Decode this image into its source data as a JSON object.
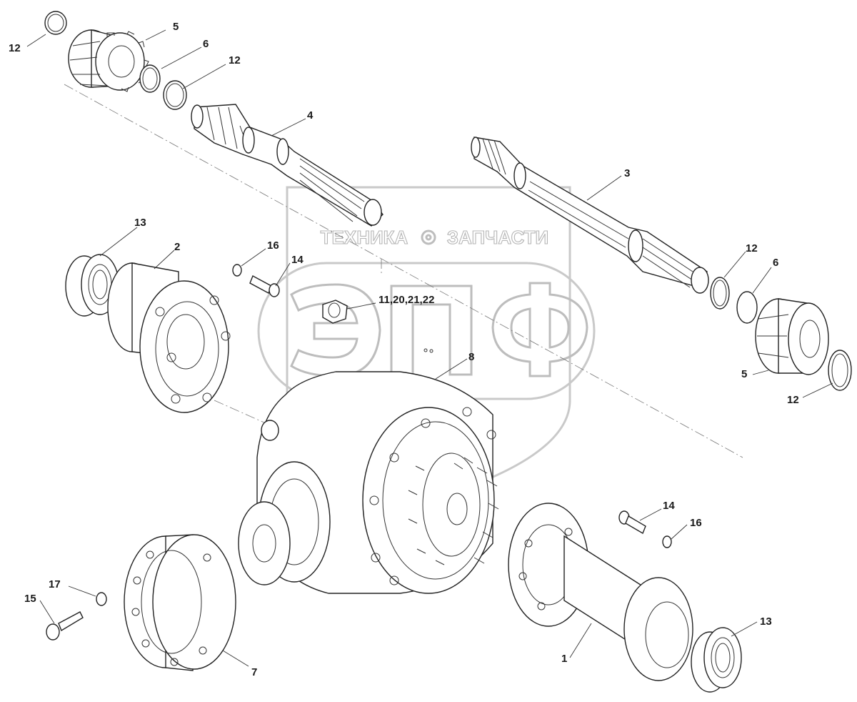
{
  "watermark": {
    "line1_left": "ТЕХНИКА",
    "line1_right": "ЗАПЧАСТИ",
    "logo": "ЭПФ",
    "gear_icon": "gear-icon"
  },
  "callouts": {
    "c12_top_left": "12",
    "c5_top": "5",
    "c6_top": "6",
    "c12_top": "12",
    "c4": "4",
    "c3": "3",
    "c13_left": "13",
    "c2": "2",
    "c16_top": "16",
    "c14_top": "14",
    "c11_group": "11,20,21,22",
    "c8": "8",
    "c12_right": "12",
    "c6_right": "6",
    "c5_right": "5",
    "c12_bottom_right": "12",
    "c14_bottom": "14",
    "c16_bottom": "16",
    "c17": "17",
    "c15": "15",
    "c7": "7",
    "c1": "1",
    "c13_right": "13"
  }
}
